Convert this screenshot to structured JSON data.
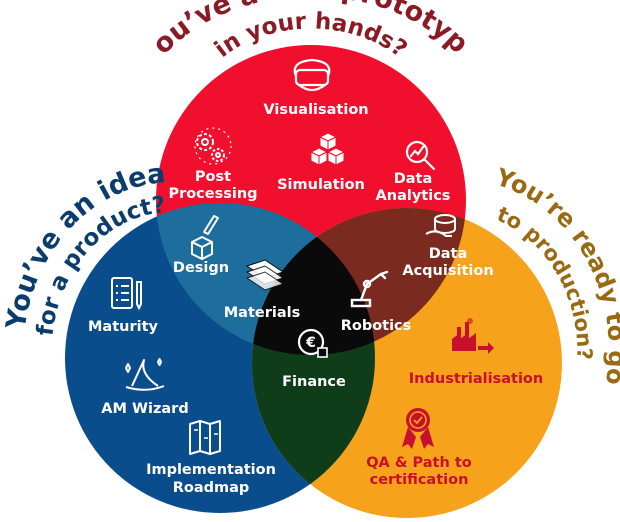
{
  "headings": {
    "top_line1": "You’ve a first prototype",
    "top_line2": "in your hands?",
    "left_line1": "You’ve an idea",
    "left_line2": "for a product?",
    "right_line1": "You’re ready to go",
    "right_line2": "to production?"
  },
  "labels": {
    "visualisation": "Visualisation",
    "post_processing_1": "Post",
    "post_processing_2": "Processing",
    "simulation": "Simulation",
    "data_analytics_1": "Data",
    "data_analytics_2": "Analytics",
    "design": "Design",
    "data_acquisition_1": "Data",
    "data_acquisition_2": "Acquisition",
    "materials": "Materials",
    "robotics": "Robotics",
    "maturity": "Maturity",
    "finance": "Finance",
    "am_wizard": "AM Wizard",
    "industrialisation": "Industrialisation",
    "qa_1": "QA & Path to",
    "qa_2": "certification",
    "implementation_1": "Implementation",
    "implementation_2": "Roadmap"
  },
  "colors": {
    "red": "#f0102e",
    "blue": "#0a4d8c",
    "orange": "#f7a21b",
    "red_blue": "#1d6e9c",
    "red_orange": "#7a2a1e",
    "blue_orange": "#0f3d1a",
    "center": "#0a0a0a",
    "top_heading": "#8a1a24",
    "left_heading": "#0a3d6e",
    "right_heading": "#9a6a12",
    "dark_red_text": "#c8102e",
    "white": "#ffffff"
  },
  "icons": {
    "visualisation": "vr-headset-icon",
    "post_processing": "gears-icon",
    "simulation": "cubes-icon",
    "data_analytics": "magnifier-chart-icon",
    "design": "pencil-cube-icon",
    "data_acquisition": "database-hand-icon",
    "materials": "sheets-icon",
    "robotics": "robot-arm-icon",
    "maturity": "checklist-icon",
    "finance": "euro-coin-icon",
    "am_wizard": "wizard-hat-icon",
    "industrialisation": "factory-icon",
    "qa": "award-ribbon-icon",
    "implementation": "roadmap-icon"
  }
}
